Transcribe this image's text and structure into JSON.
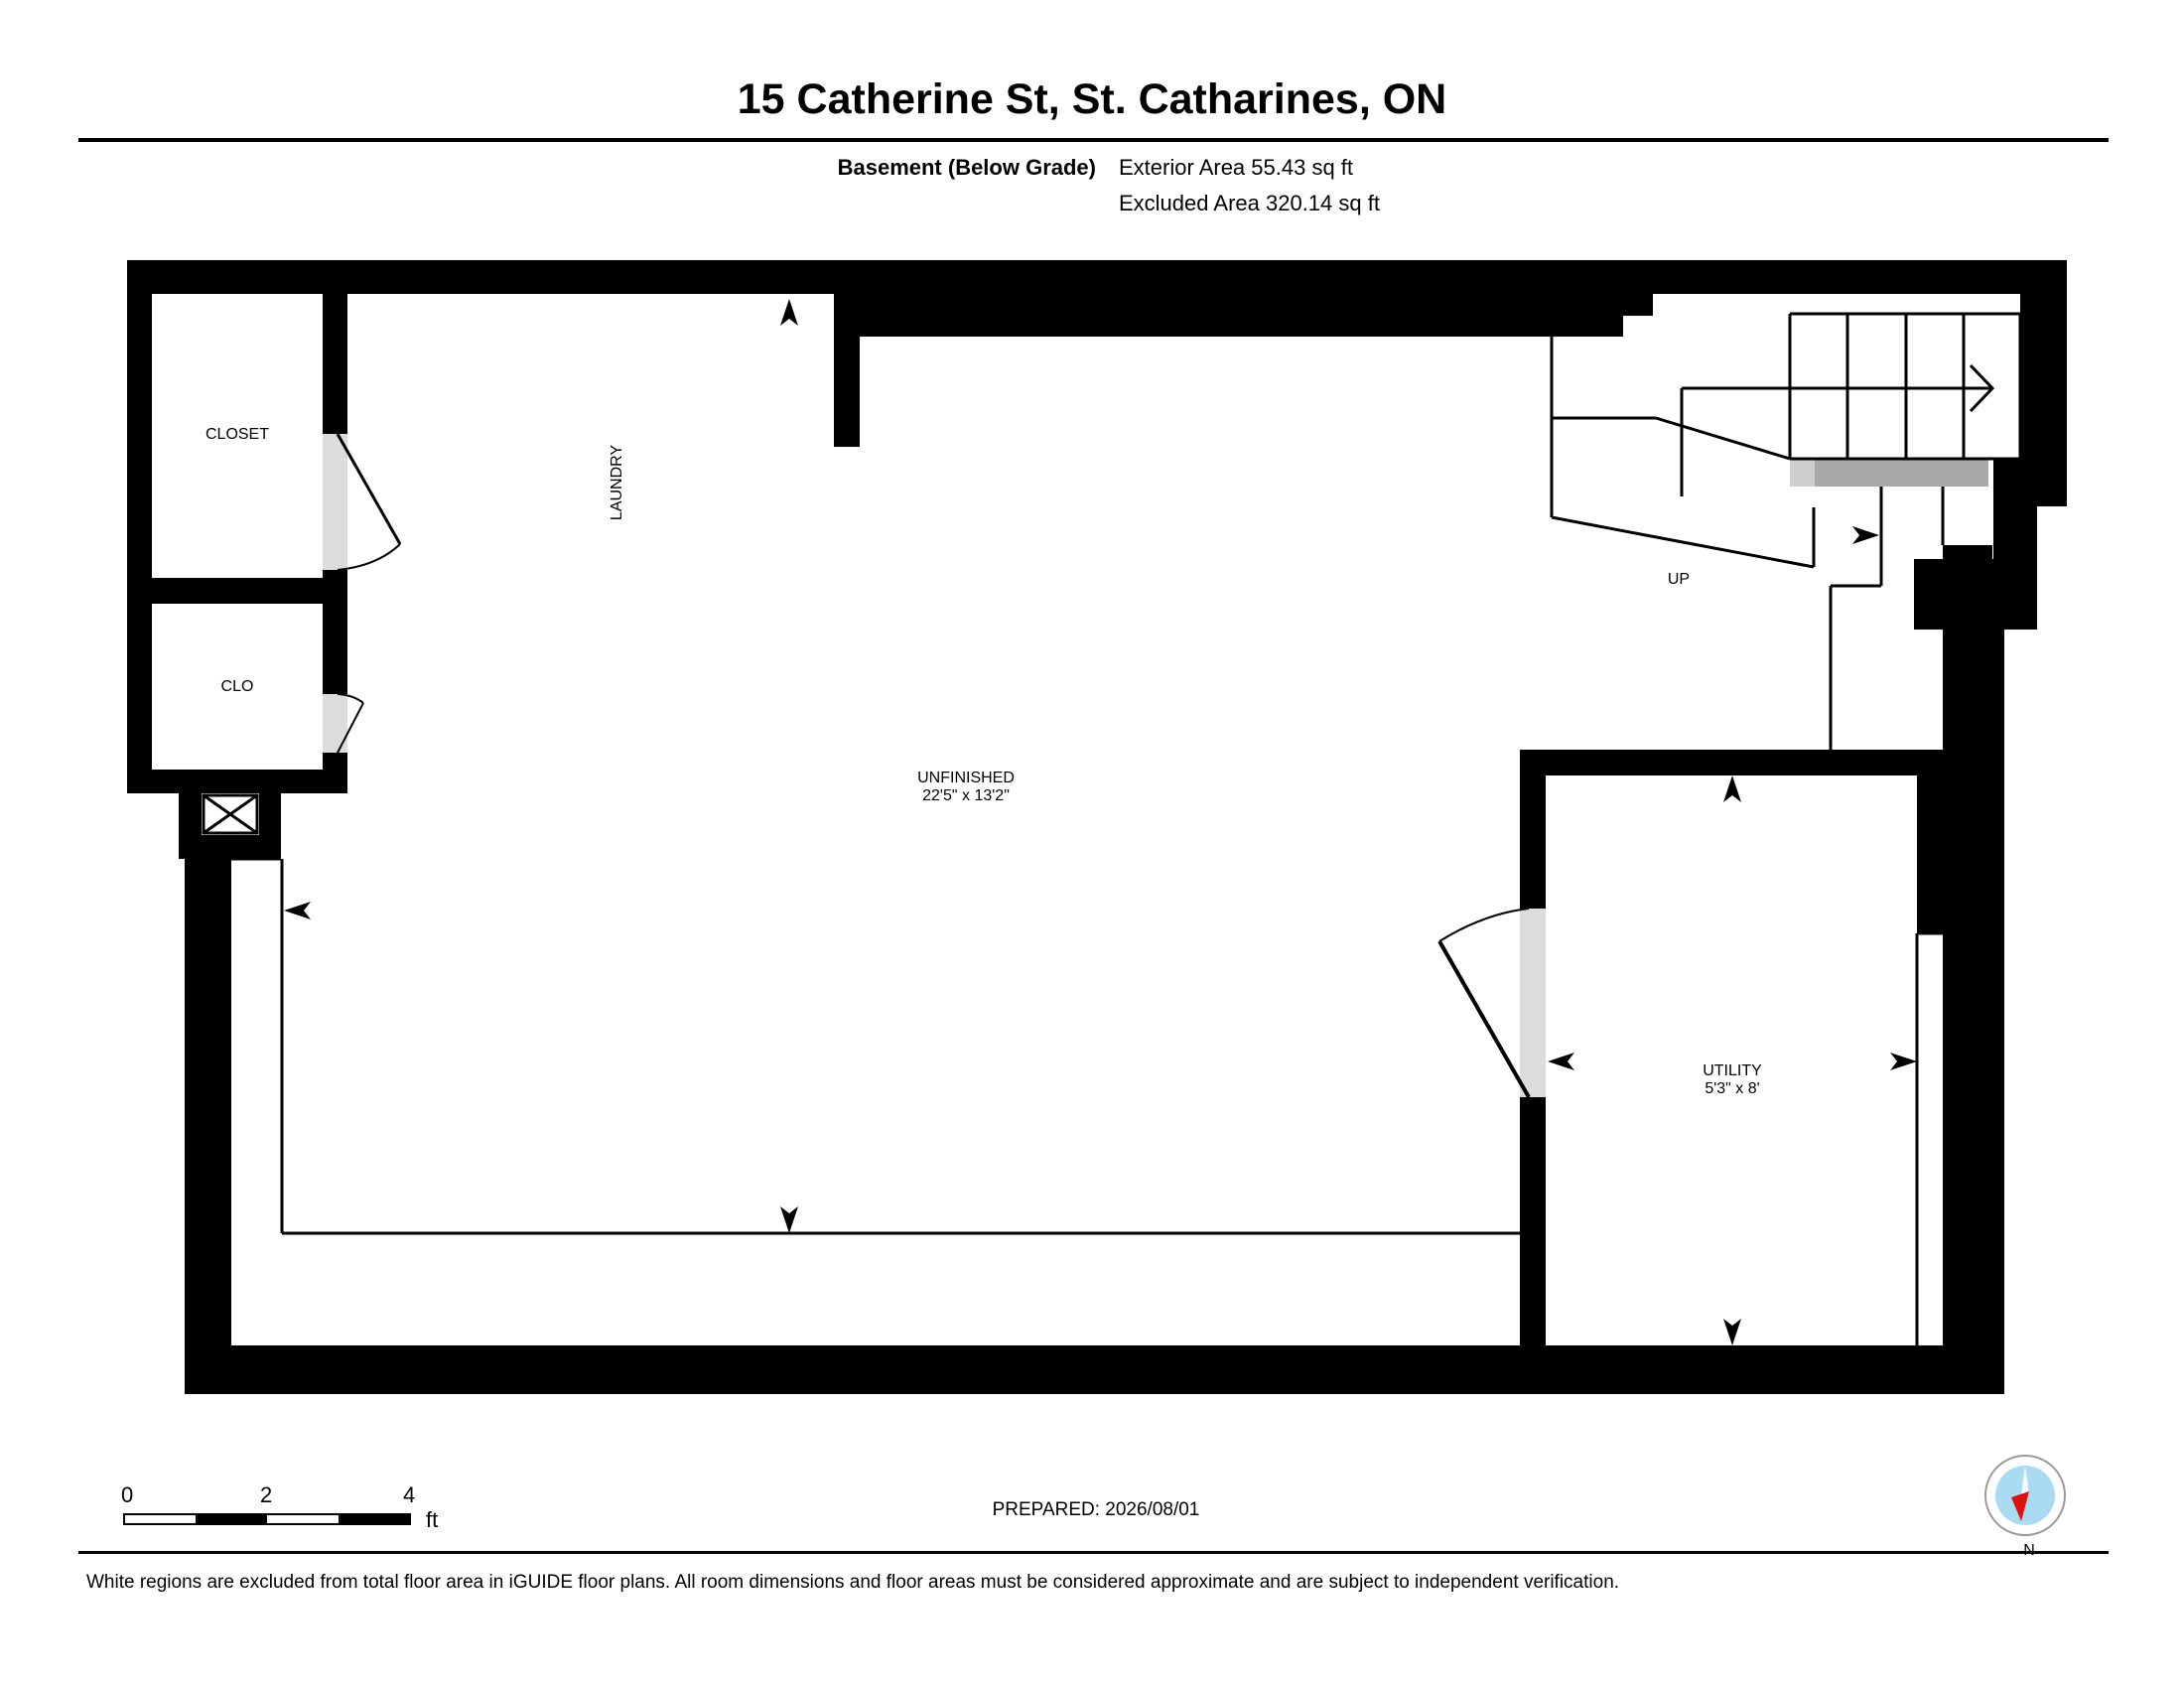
{
  "header": {
    "title": "15 Catherine St, St. Catharines, ON",
    "level_label": "Basement (Below Grade)",
    "exterior_area": "Exterior Area 55.43 sq ft",
    "excluded_area": "Excluded Area 320.14 sq ft"
  },
  "rooms": {
    "closet": "CLOSET",
    "clo": "CLO",
    "laundry": "LAUNDRY",
    "unfinished_name": "UNFINISHED",
    "unfinished_dims": "22'5\" x 13'2\"",
    "up": "UP",
    "utility_name": "UTILITY",
    "utility_dims": "5'3\" x 8'"
  },
  "scale": {
    "ticks": [
      "0",
      "2",
      "4"
    ],
    "unit": "ft"
  },
  "footer": {
    "prepared": "PREPARED: 2026/08/01",
    "disclaimer": "White regions are excluded from total floor area in iGUIDE floor plans. All room dimensions and floor areas must be considered approximate and are subject to independent verification.",
    "compass_label": "N"
  },
  "colors": {
    "wall": "#000000",
    "door_panel": "#dcdcdc",
    "stair_landing": "#a9a9a9",
    "compass_face": "#a9dcf2",
    "compass_needle": "#e01010"
  }
}
